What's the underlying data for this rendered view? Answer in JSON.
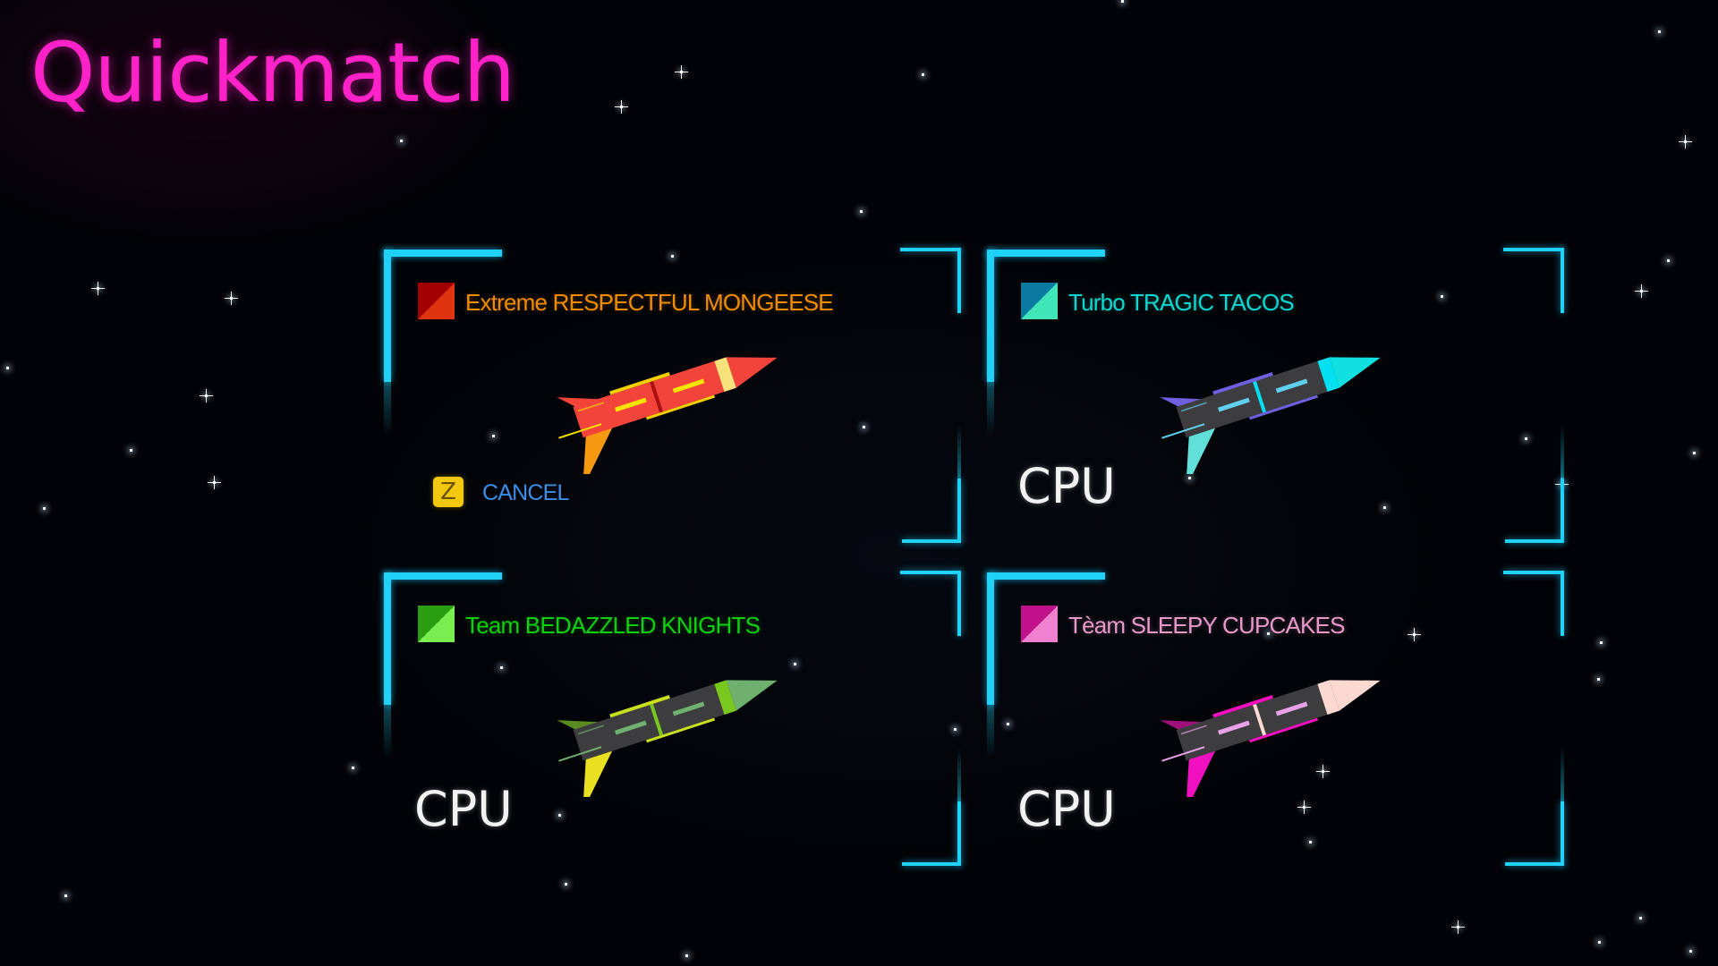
{
  "screen": {
    "title": "Quickmatch",
    "title_color": "#ff22c8",
    "frame_color": "#1fd2f6"
  },
  "slots": [
    {
      "prefix": "Extreme",
      "team": "RESPECTFUL MONGEESE",
      "label": "Extreme RESPECTFUL MONGEESE",
      "text_color": "#f08c00",
      "swatch": [
        "#a30000",
        "#e0330f"
      ],
      "player": null,
      "action": {
        "key": "Z",
        "label": "CANCEL"
      },
      "rocket": {
        "body": "#f2443a",
        "nose": "#f2443a",
        "band": "#f5e27a",
        "divider": "#a81010",
        "stripe": "#f5e600",
        "top_fin": "#f2443a",
        "bottom_fin": "#f59a10",
        "trim": "#f5d000"
      }
    },
    {
      "prefix": "Turbo",
      "team": "TRAGIC TACOS",
      "label": "Turbo TRAGIC TACOS",
      "text_color": "#10d8d0",
      "swatch": [
        "#0a7a9e",
        "#40e6b8"
      ],
      "player": "CPU",
      "rocket": {
        "body": "#3d3d3f",
        "nose": "#10e0e0",
        "band": "#00e0f0",
        "divider": "#00e0f0",
        "stripe": "#60d0f0",
        "top_fin": "#7060e0",
        "bottom_fin": "#60e0d8",
        "trim": "#7060e0"
      }
    },
    {
      "prefix": "Team",
      "team": "BEDAZZLED KNIGHTS",
      "label": "Team BEDAZZLED KNIGHTS",
      "text_color": "#10d010",
      "swatch": [
        "#2a9e10",
        "#7aee50"
      ],
      "player": "CPU",
      "rocket": {
        "body": "#3d3d3f",
        "nose": "#6eb06e",
        "band": "#78c820",
        "divider": "#78c820",
        "stripe": "#70b070",
        "top_fin": "#5a8a20",
        "bottom_fin": "#e8e020",
        "trim": "#c8e020"
      }
    },
    {
      "prefix": "Tèam",
      "team": "SLEEPY CUPCAKES",
      "label": "Tèam SLEEPY CUPCAKES",
      "text_color": "#e898c8",
      "swatch": [
        "#c0108a",
        "#f080d0"
      ],
      "player": "CPU",
      "rocket": {
        "body": "#3d3d3f",
        "nose": "#fbd8d0",
        "band": "#fbd8d0",
        "divider": "#fbd8d0",
        "stripe": "#e8a0e8",
        "top_fin": "#a0107a",
        "bottom_fin": "#f010c0",
        "trim": "#f010c0"
      }
    }
  ]
}
